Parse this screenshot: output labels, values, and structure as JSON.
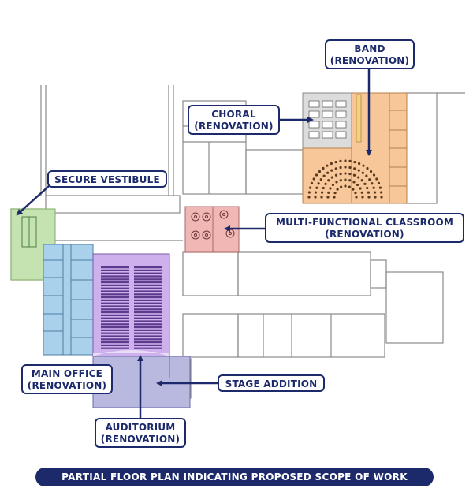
{
  "labels": {
    "band": {
      "line1": "BAND",
      "line2": "(RENOVATION)"
    },
    "choral": {
      "line1": "CHORAL",
      "line2": "(RENOVATION)"
    },
    "secure_vestibule": {
      "line1": "SECURE VESTIBULE"
    },
    "multi_functional_classroom": {
      "line1": "MULTI-FUNCTIONAL CLASSROOM",
      "line2": "(RENOVATION)"
    },
    "main_office": {
      "line1": "MAIN OFFICE",
      "line2": "(RENOVATION)"
    },
    "stage_addition": {
      "line1": "STAGE ADDITION"
    },
    "auditorium": {
      "line1": "AUDITORIUM",
      "line2": "(RENOVATION)"
    }
  },
  "caption": "PARTIAL FLOOR PLAN INDICATING PROPOSED SCOPE OF WORK",
  "colors": {
    "callout_navy": "#1c2a6b",
    "band_orange": "#f7c79a",
    "choral_gray": "#dcdcdc",
    "vestibule_green": "#c4e3b0",
    "office_blue": "#a9d1ec",
    "auditorium_purple": "#cdb0ec",
    "stage_lavender": "#b9b8df",
    "classroom_pink": "#f1b7b5",
    "wall_gray": "#8a8a8a"
  },
  "icons": [
    "arrow-icon"
  ]
}
